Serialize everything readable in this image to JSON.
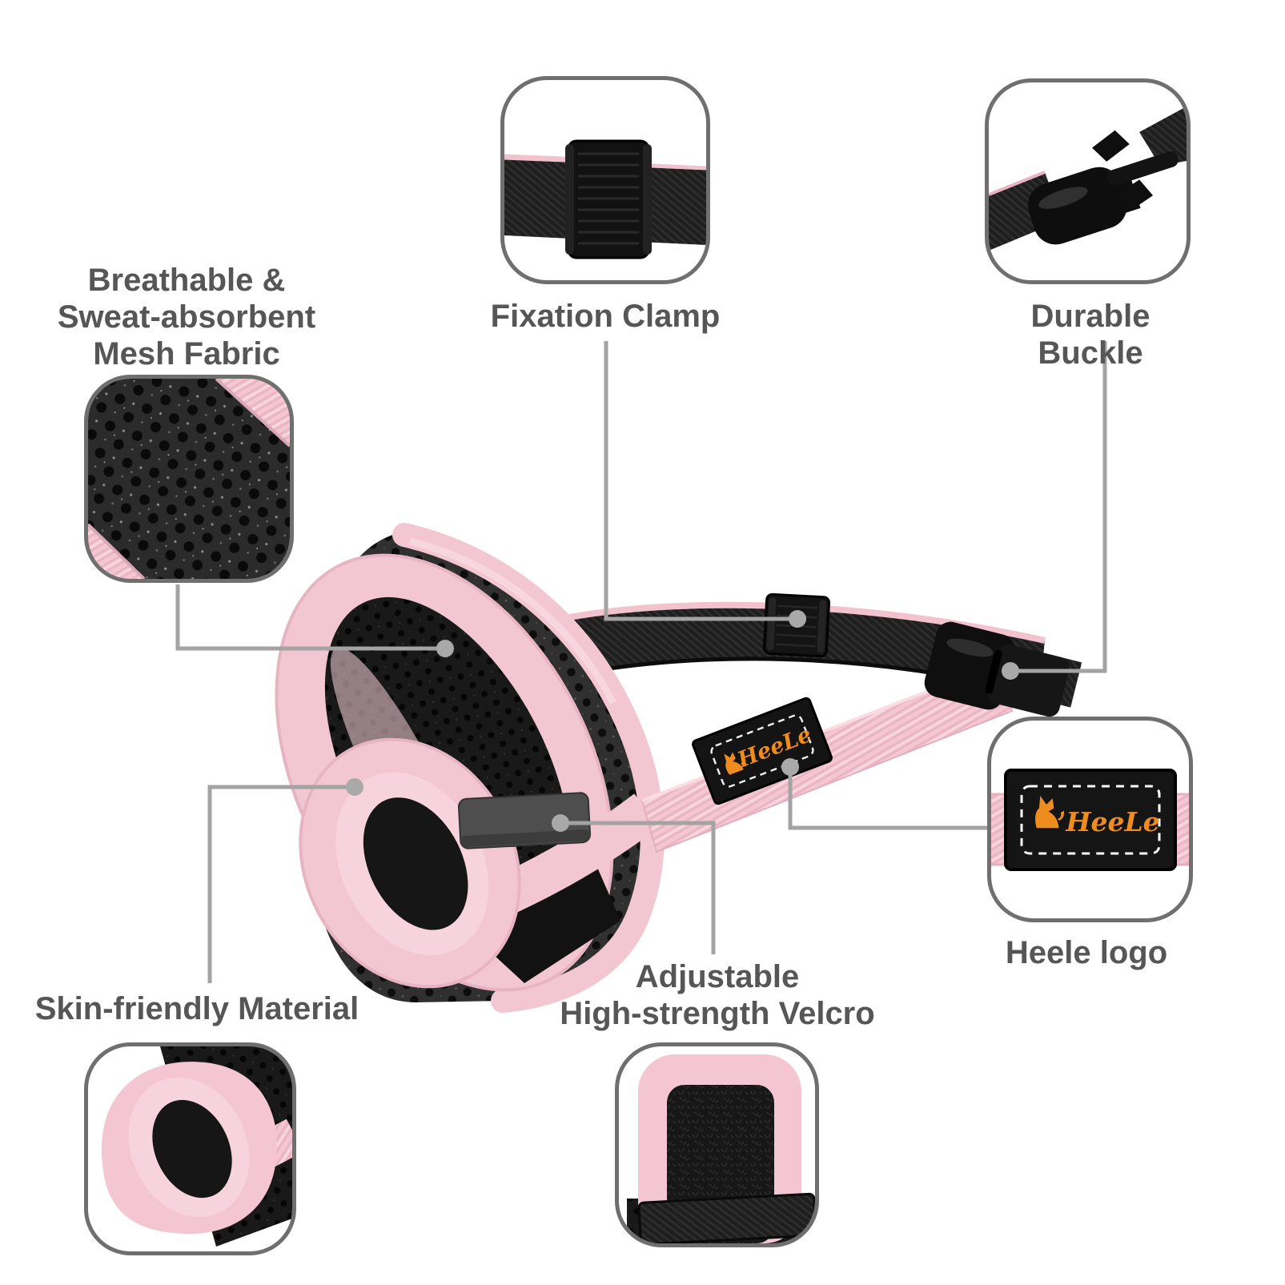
{
  "callouts": {
    "mesh_fabric": {
      "label": "Breathable &\nSweat-absorbent\nMesh Fabric"
    },
    "fixation_clamp": {
      "label": "Fixation Clamp"
    },
    "durable_buckle": {
      "label": "Durable Buckle"
    },
    "heele_logo": {
      "label": "Heele logo"
    },
    "skin_friendly": {
      "label": "Skin-friendly Material"
    },
    "velcro": {
      "label": "Adjustable\nHigh-strength Velcro"
    }
  },
  "product": {
    "brand": "HeeLe",
    "colors": {
      "pink": "#f3c6d1",
      "pink_light": "#f7d4dd",
      "fabric_black": "#1d1d1d",
      "logo_orange": "#ef8c1e",
      "leader_gray": "#a3a3a3",
      "box_border_gray": "#6f6f6f",
      "label_text_gray": "#565656",
      "plastic_gray": "#4e4e4e"
    },
    "icons": [
      "heele-dog-logo-icon"
    ]
  }
}
